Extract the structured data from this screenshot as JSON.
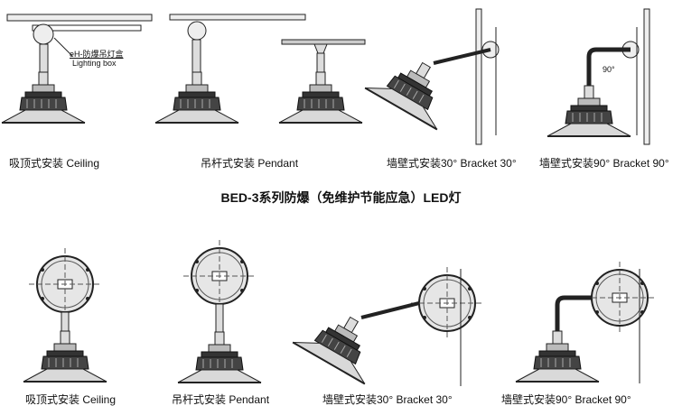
{
  "title": "BED-3系列防爆（免维护节能应急）LED灯",
  "callout": {
    "line1": "eH-防爆吊灯盒",
    "line2": "Lighting box",
    "angle": "90°"
  },
  "top_row": [
    {
      "label": "吸顶式安装 Ceiling"
    },
    {
      "label": "吊杆式安装 Pendant"
    },
    {
      "label": "墙壁式安装30°  Bracket 30°"
    },
    {
      "label": "墙壁式安装90°  Bracket 90°"
    }
  ],
  "bottom_row": [
    {
      "label": "吸顶式安装 Ceiling"
    },
    {
      "label": "吊杆式安装 Pendant"
    },
    {
      "label": "墙壁式安装30°  Bracket 30°"
    },
    {
      "label": "墙壁式安装90°  Bracket 90°"
    }
  ]
}
